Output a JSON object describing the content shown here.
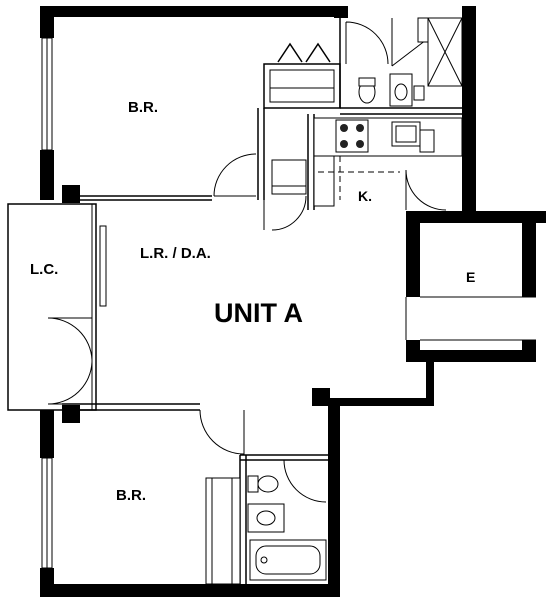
{
  "unit": {
    "title": "UNIT A"
  },
  "rooms": {
    "bedroom_top": "B.R.",
    "living_dining": "L.R. / D.A.",
    "linen_closet": "L.C.",
    "kitchen": "K.",
    "entry": "E",
    "bedroom_bottom": "B.R."
  },
  "colors": {
    "wall": "#000000",
    "background": "#ffffff"
  }
}
